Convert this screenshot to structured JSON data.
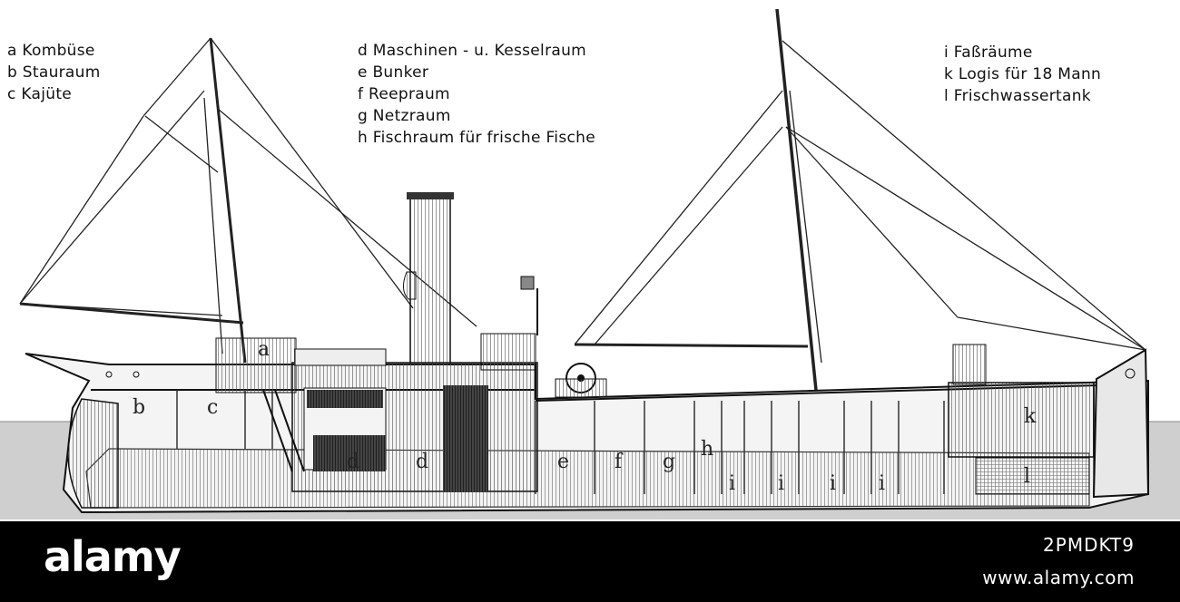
{
  "legend": {
    "left": [
      "a Kombüse",
      "b Stauraum",
      "c Kajüte"
    ],
    "middle": [
      "d Maschinen - u. Kesselraum",
      "e Bunker",
      "f  Reepraum",
      "g  Netzraum",
      "h  Fischraum für frische Fische"
    ],
    "right": [
      "i  Faßräume",
      "k Logis für 18 Mann",
      "l  Frischwassertank"
    ]
  },
  "ship_labels": {
    "a": "a",
    "b": "b",
    "c": "c",
    "d1": "d",
    "d2": "d",
    "e": "e",
    "f": "f",
    "g": "g",
    "h": "h",
    "i1": "i",
    "i2": "i",
    "i3": "i",
    "i4": "i",
    "k": "k",
    "l": "l"
  },
  "footer": {
    "brand": "alamy",
    "stock_id": "2PMDKT9",
    "site": "www.alamy.com"
  },
  "colors": {
    "ink": "#1a1a1a",
    "water": "#bdbdbd",
    "footer_bg": "#000000",
    "footer_text": "#ffffff"
  }
}
